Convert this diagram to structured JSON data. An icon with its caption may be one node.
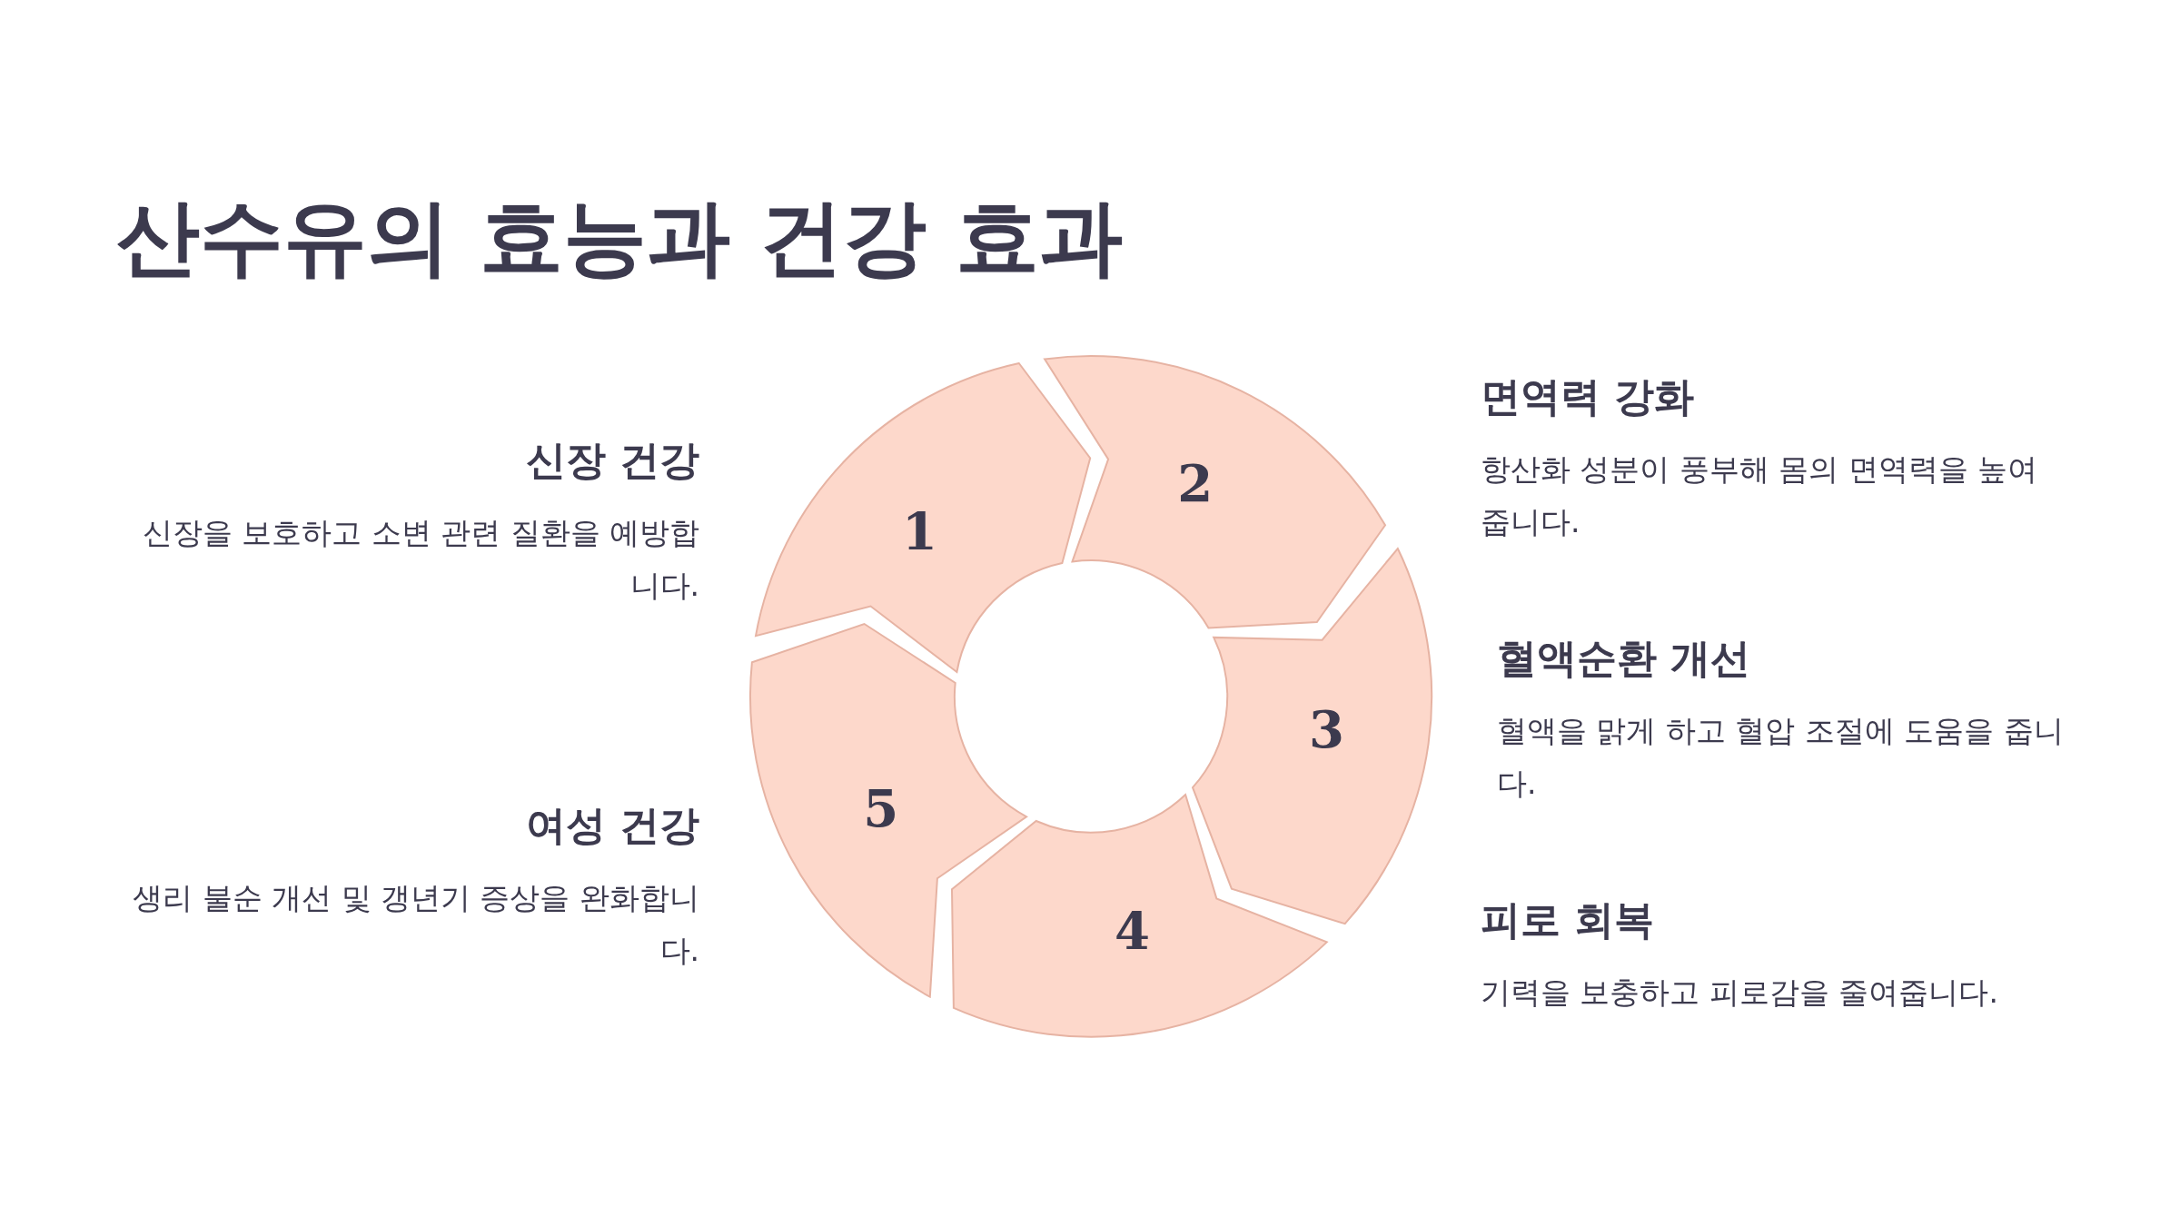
{
  "diagram": {
    "title": "산수유의 효능과 건강 효과",
    "nodes": [
      {
        "text": [
          "1"
        ],
        "beside": [
          "신장 건강",
          "신장을 보호하고 소변 관련 질환을 예방합니다."
        ]
      },
      {
        "text": [
          "2"
        ],
        "beside": [
          "면역력 강화",
          "항산화 성분이 풍부해 몸의 면역력을 높여줍니다."
        ]
      },
      {
        "text": [
          "3"
        ],
        "beside": [
          "혈액순환 개선",
          "혈액을 맑게 하고 혈압 조절에 도움을 줍니다."
        ]
      },
      {
        "text": [
          "4"
        ],
        "beside": [
          "피로 회복",
          "기력을 보충하고 피로감을 줄여줍니다."
        ]
      },
      {
        "text": [
          "5"
        ],
        "beside": [
          "여성 건강",
          "생리 불순 개선 및 갱년기 증상을 완화합니다."
        ]
      }
    ]
  }
}
